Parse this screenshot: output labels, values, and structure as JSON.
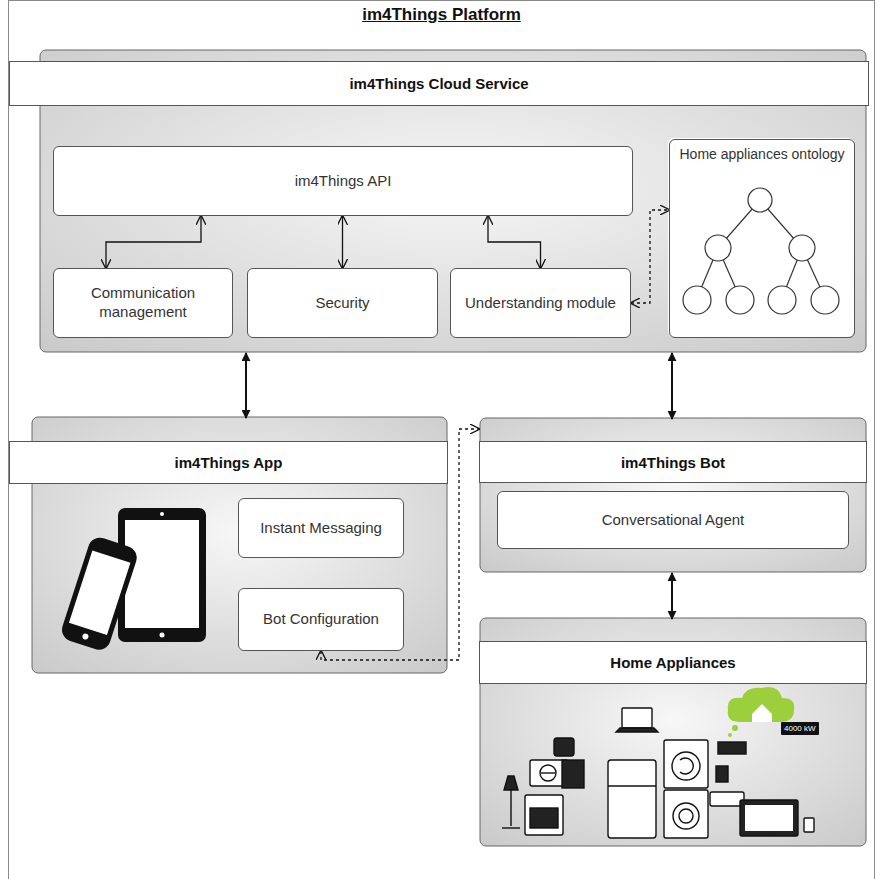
{
  "diagram": {
    "nodes": [
      {
        "text": [
          "im4Things Platform"
        ]
      },
      {
        "text": [
          "im4Things Cloud Service"
        ],
        "in": 0
      },
      {
        "text": [
          "im4Things API"
        ],
        "in": 1
      },
      {
        "text": [
          "Communication management"
        ],
        "in": 1
      },
      {
        "text": [
          "Security"
        ],
        "in": 1
      },
      {
        "text": [
          "Understanding module"
        ],
        "in": 1
      },
      {
        "text": [
          "Home appliances ontology"
        ],
        "in": 1
      },
      {
        "text": [
          "im4Things App"
        ],
        "in": 0
      },
      {
        "text": [
          "Instant Messaging"
        ],
        "in": 7
      },
      {
        "text": [
          "Bot Configuration"
        ],
        "in": 7
      },
      {
        "text": [
          "im4Things Bot"
        ],
        "in": 0
      },
      {
        "text": [
          "Conversational Agent"
        ],
        "in": 10
      },
      {
        "text": [
          "Home Appliances"
        ],
        "in": 0
      }
    ],
    "edges": [
      {
        "from": 2,
        "to": 3,
        "arrow": "both"
      },
      {
        "from": 2,
        "to": 4,
        "arrow": "both"
      },
      {
        "from": 2,
        "to": 5,
        "arrow": "both"
      },
      {
        "from": 5,
        "to": 6,
        "arrow": "both"
      },
      {
        "from": 1,
        "to": 7,
        "arrow": "both"
      },
      {
        "from": 1,
        "to": 10,
        "arrow": "both"
      },
      {
        "from": 9,
        "to": 10,
        "arrow": "both"
      },
      {
        "from": 10,
        "to": 12,
        "arrow": "both"
      }
    ],
    "labels": [
      "4000 kW"
    ]
  }
}
